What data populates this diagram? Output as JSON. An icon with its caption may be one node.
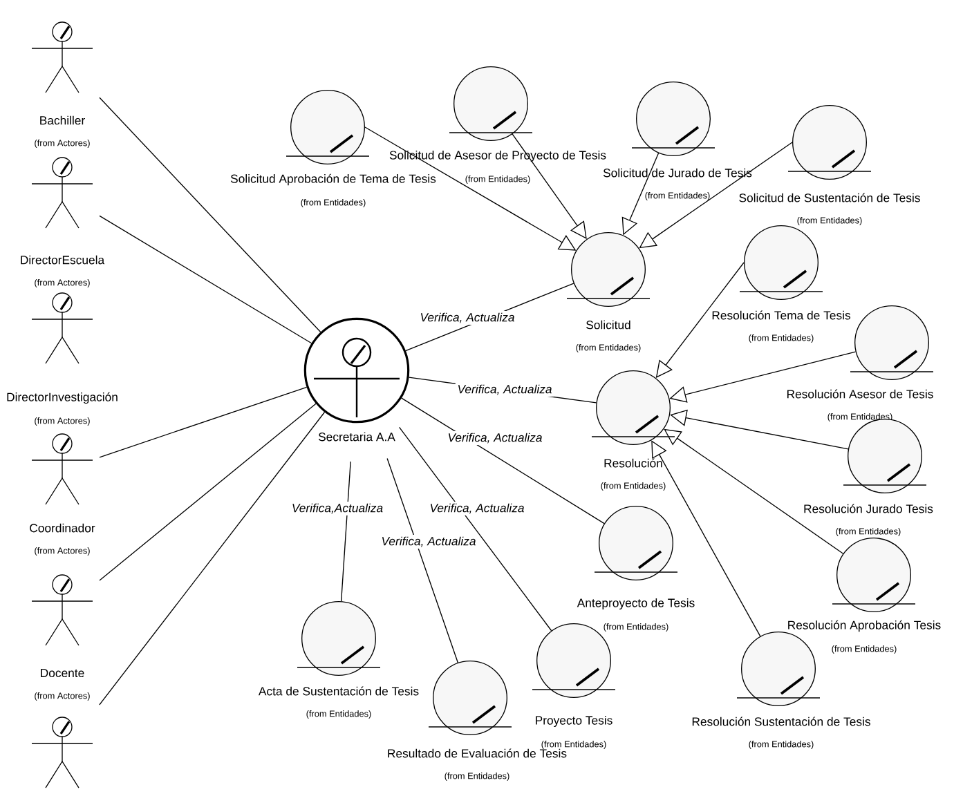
{
  "diagram": {
    "nodes": [
      {
        "text": [
          "Bachiller",
          "(from Actores)"
        ]
      },
      {
        "text": [
          "DirectorEscuela",
          "(from Actores)"
        ]
      },
      {
        "text": [
          "DirectorInvestigación",
          "(from Actores)"
        ]
      },
      {
        "text": [
          "Coordinador",
          "(from Actores)"
        ]
      },
      {
        "text": [
          "Docente",
          "(from Actores)"
        ]
      },
      {
        "text": [],
        "shape": "person"
      },
      {
        "text": [
          "Secretaria A.A"
        ]
      },
      {
        "text": [
          "Solicitud Aprobación de Tema de Tesis",
          "(from Entidades)"
        ]
      },
      {
        "text": [
          "Solicitud de Asesor de Proyecto de Tesis",
          "(from Entidades)"
        ]
      },
      {
        "text": [
          "Solicitud de Jurado de Tesis",
          "(from Entidades)"
        ]
      },
      {
        "text": [
          "Solicitud de Sustentación de Tesis",
          "(from Entidades)"
        ]
      },
      {
        "text": [
          "Solicitud",
          "(from Entidades)"
        ]
      },
      {
        "text": [
          "Resolución Tema de Tesis",
          "(from Entidades)"
        ]
      },
      {
        "text": [
          "Resolución Asesor de Tesis",
          "(from Entidades)"
        ]
      },
      {
        "text": [
          "Resolución",
          "(from Entidades)"
        ]
      },
      {
        "text": [
          "Resolución Jurado Tesis",
          "(from Entidades)"
        ]
      },
      {
        "text": [
          "Anteproyecto de Tesis",
          "(from Entidades)"
        ]
      },
      {
        "text": [
          "Resolución Aprobación Tesis",
          "(from Entidades)"
        ]
      },
      {
        "text": [
          "Acta de Sustentación de Tesis",
          "(from Entidades)"
        ]
      },
      {
        "text": [
          "Resultado de Evaluación de Tesis",
          "(from Entidades)"
        ]
      },
      {
        "text": [
          "Proyecto Tesis",
          "(from Entidades)"
        ]
      },
      {
        "text": [
          "Resolución Sustentación de Tesis",
          "(from Entidades)"
        ]
      }
    ],
    "edges": [
      {
        "from": 0,
        "to": 6,
        "arrow": "none"
      },
      {
        "from": 1,
        "to": 6,
        "arrow": "none"
      },
      {
        "from": 3,
        "to": 6,
        "arrow": "none"
      },
      {
        "from": 4,
        "to": 6,
        "arrow": "none"
      },
      {
        "from": 5,
        "to": 6,
        "arrow": "none"
      },
      {
        "from": 6,
        "to": 11,
        "arrow": "none",
        "label": "Verifica, Actualiza"
      },
      {
        "from": 6,
        "to": 14,
        "arrow": "none",
        "label": "Verifica, Actualiza"
      },
      {
        "from": 6,
        "to": 16,
        "arrow": "none",
        "label": "Verifica, Actualiza"
      },
      {
        "from": 6,
        "to": 20,
        "arrow": "none",
        "label": "Verifica, Actualiza"
      },
      {
        "from": 6,
        "to": 19,
        "arrow": "none",
        "label": "Verifica, Actualiza"
      },
      {
        "from": 6,
        "to": 18,
        "arrow": "none",
        "label": "Verifica,Actualiza"
      },
      {
        "from": 7,
        "to": 11,
        "arrow": "to"
      },
      {
        "from": 8,
        "to": 11,
        "arrow": "to"
      },
      {
        "from": 9,
        "to": 11,
        "arrow": "to"
      },
      {
        "from": 10,
        "to": 11,
        "arrow": "to"
      },
      {
        "from": 12,
        "to": 14,
        "arrow": "to"
      },
      {
        "from": 13,
        "to": 14,
        "arrow": "to"
      },
      {
        "from": 15,
        "to": 14,
        "arrow": "to"
      },
      {
        "from": 17,
        "to": 14,
        "arrow": "to"
      },
      {
        "from": 21,
        "to": 14,
        "arrow": "to"
      }
    ]
  }
}
